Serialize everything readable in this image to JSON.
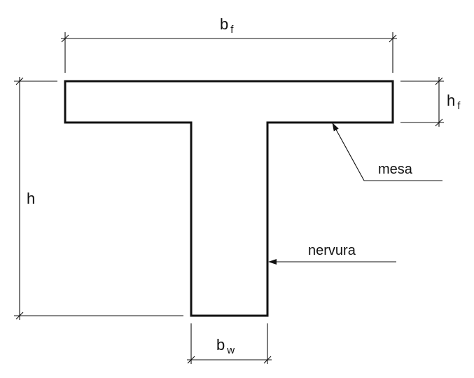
{
  "labels": {
    "bf": {
      "main": "b",
      "sub": "f"
    },
    "hf": {
      "main": "h",
      "sub": "f"
    },
    "h": "h",
    "bw": {
      "main": "b",
      "sub": "w"
    },
    "mesa": "mesa",
    "nervura": "nervura"
  },
  "colors": {
    "ink": "#111111",
    "background": "#ffffff"
  }
}
